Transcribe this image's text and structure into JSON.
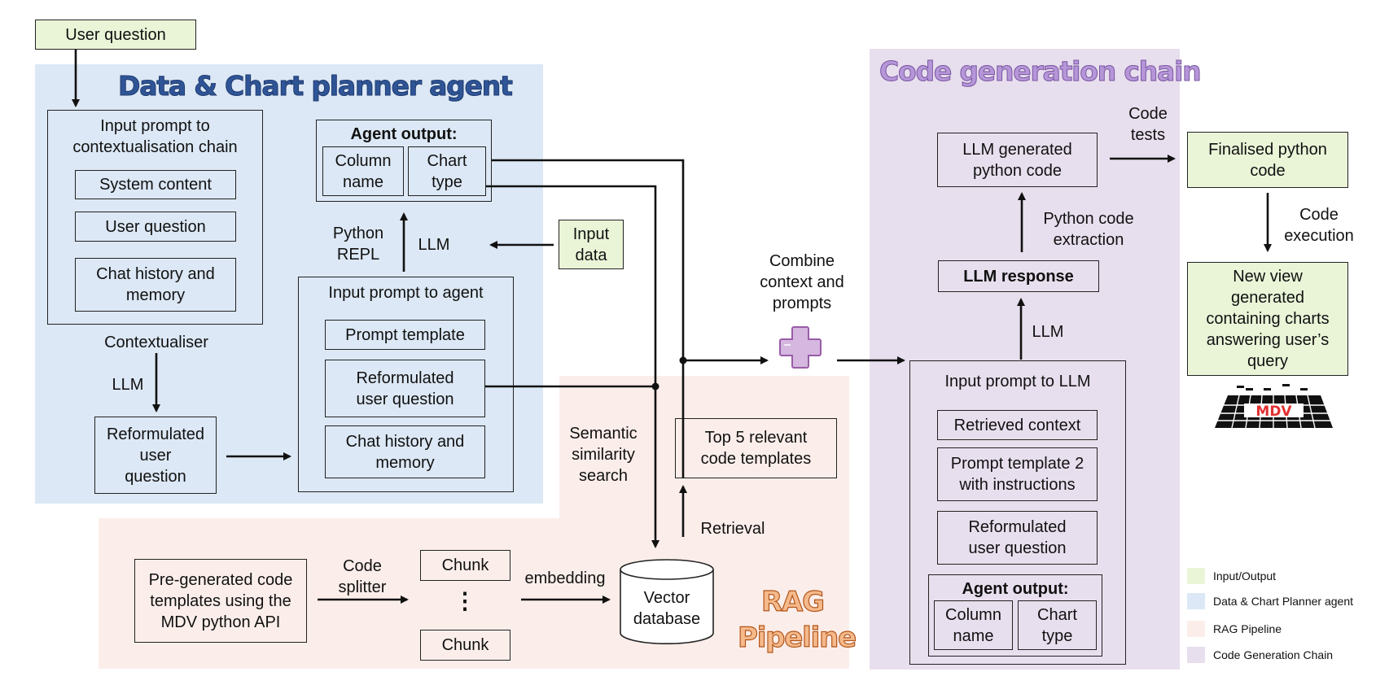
{
  "colors": {
    "io": "#eaf5d8",
    "planner_bg": "#dce8f5",
    "rag_bg": "#fbeeea",
    "codegen_bg": "#e8dfee",
    "planner_title": "#2f5597",
    "codegen_title": "#9a72c0",
    "rag_title": "#e98a3c",
    "mdv_red": "#e03030"
  },
  "user_question": "User question",
  "planner": {
    "title": "Data & Chart planner agent",
    "ctx_prompt": {
      "title": "Input prompt to\ncontextualisation chain",
      "items": [
        "System content",
        "User question",
        "Chat history and\nmemory"
      ]
    },
    "contextualiser_label": "Contextualiser",
    "llm_label": "LLM",
    "reformulated": "Reformulated\nuser\nquestion",
    "agent_output": {
      "title": "Agent output:",
      "col1": "Column\nname",
      "col2": "Chart\ntype"
    },
    "python_repl": "Python\nREPL",
    "agent_llm_label": "LLM",
    "input_data": "Input\ndata",
    "agent_prompt": {
      "title": "Input prompt to agent",
      "items": [
        "Prompt template",
        "Reformulated\nuser question",
        "Chat history and\nmemory"
      ]
    }
  },
  "rag": {
    "title_line1": "RAG",
    "title_line2": "Pipeline",
    "pregenerated": "Pre-generated code\ntemplates using the\nMDV python API",
    "code_splitter": "Code\nsplitter",
    "chunk1": "Chunk",
    "chunk2": "Chunk",
    "ellipsis": "⋮",
    "embedding": "embedding",
    "vector_db": "Vector\ndatabase",
    "semantic_search": "Semantic\nsimilarity\nsearch",
    "retrieval": "Retrieval",
    "top5": "Top 5 relevant\ncode templates"
  },
  "combine_label": "Combine\ncontext and\nprompts",
  "codegen": {
    "title": "Code generation chain",
    "llm_prompt": {
      "title": "Input prompt to LLM",
      "items": [
        "Retrieved context",
        "Prompt template 2\nwith instructions",
        "Reformulated\nuser question"
      ],
      "agent_output": {
        "title": "Agent output:",
        "col1": "Column\nname",
        "col2": "Chart\ntype"
      }
    },
    "llm_label": "LLM",
    "llm_response": "LLM response",
    "extraction_label": "Python code\nextraction",
    "generated_code": "LLM generated\npython code",
    "code_tests_label": "Code\ntests"
  },
  "outputs": {
    "finalised": "Finalised python\ncode",
    "execution_label": "Code\nexecution",
    "new_view": "New view\ngenerated\ncontaining charts\nanswering user’s\nquery",
    "logo_text": "MDV"
  },
  "legend": [
    {
      "label": "Input/Output",
      "color": "#eaf5d8"
    },
    {
      "label": "Data & Chart Planner agent",
      "color": "#dce8f5"
    },
    {
      "label": "RAG Pipeline",
      "color": "#fbeeea"
    },
    {
      "label": "Code Generation Chain",
      "color": "#e8dfee"
    }
  ]
}
